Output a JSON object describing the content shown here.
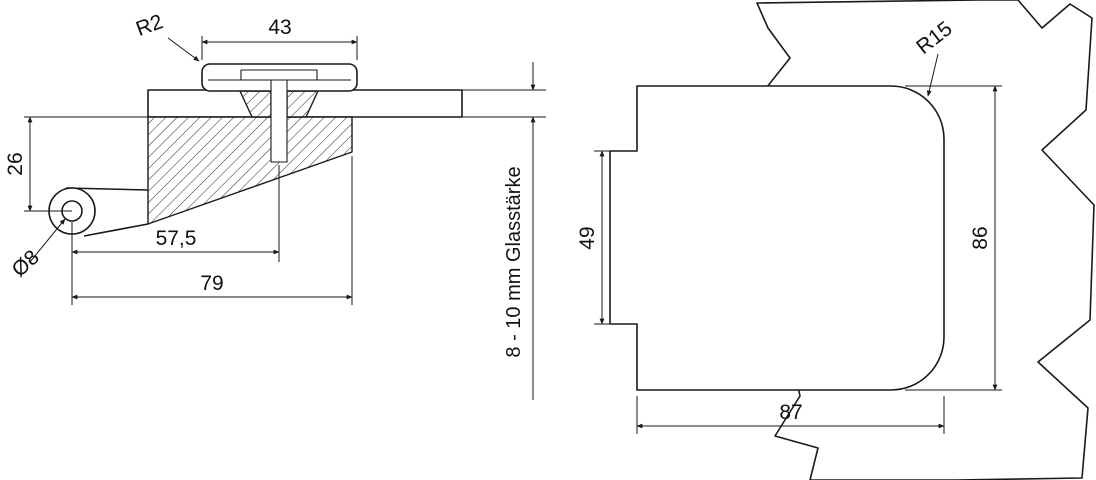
{
  "colors": {
    "glass": "#dae6f1",
    "outline": "#1a1a1a"
  },
  "side_view": {
    "dim_cap_width": "43",
    "dim_cap_radius": "R2",
    "dim_pivot_height": "26",
    "dim_hole_diameter": "Ø8",
    "dim_screw_offset": "57,5",
    "dim_total_length": "79",
    "glass_thickness_label": "8 - 10 mm Glasstärke"
  },
  "front_view": {
    "dim_corner_radius": "R15",
    "dim_notch_height": "49",
    "dim_body_height": "86",
    "dim_body_width": "87"
  }
}
